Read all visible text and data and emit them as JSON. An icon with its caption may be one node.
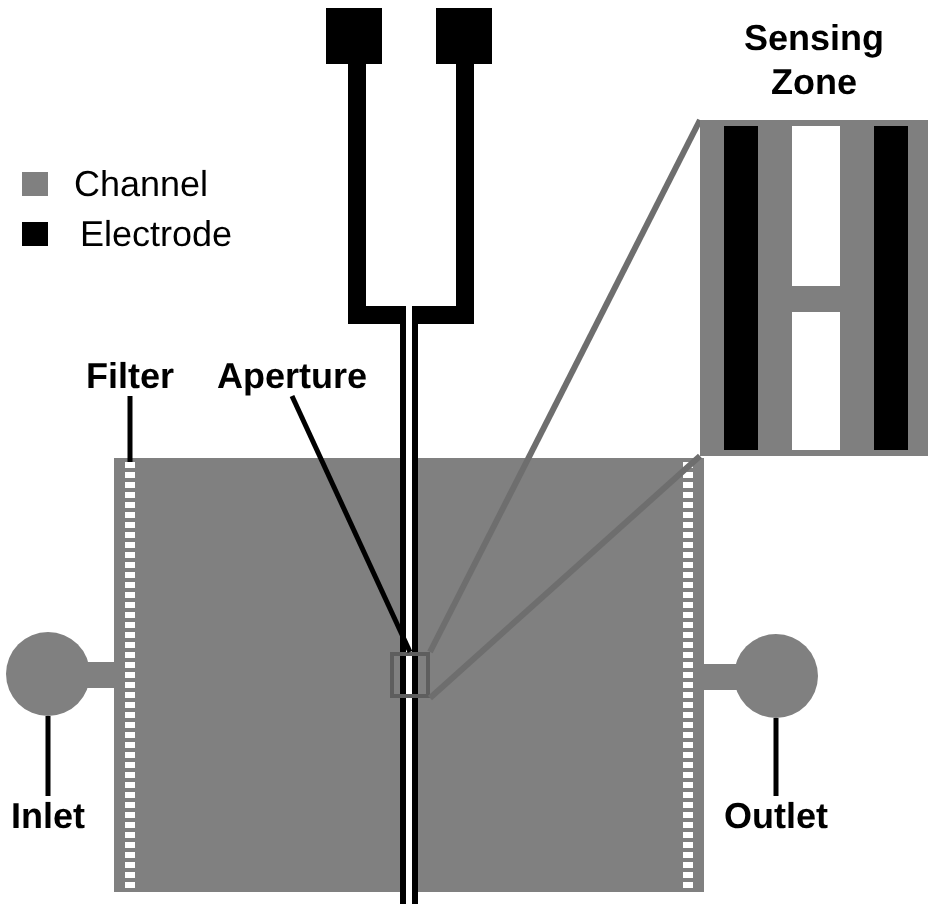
{
  "diagram": {
    "nodes": [
      {
        "text": [
          "Sensing Zone"
        ]
      },
      {
        "text": [
          "Filter"
        ]
      },
      {
        "text": [
          "Aperture"
        ]
      },
      {
        "text": [],
        "shape": "bar"
      },
      {
        "text": [],
        "shape": "box"
      },
      {
        "text": [],
        "shape": "circle"
      },
      {
        "text": [],
        "shape": "circle"
      },
      {
        "text": [
          "Inlet"
        ]
      },
      {
        "text": [
          "Outlet"
        ]
      }
    ],
    "edges": [
      {
        "from": 1,
        "to": 3,
        "arrow": "none"
      },
      {
        "from": 2,
        "to": 4,
        "arrow": "none"
      },
      {
        "from": 4,
        "to": 0,
        "arrow": "none",
        "color": "#6e6e6e"
      },
      {
        "from": 4,
        "to": 0,
        "arrow": "none",
        "color": "#6e6e6e"
      },
      {
        "from": 7,
        "to": 5,
        "arrow": "none"
      },
      {
        "from": 8,
        "to": 6,
        "arrow": "none"
      }
    ],
    "legend": [
      {
        "text": "Channel",
        "color": "#808080"
      },
      {
        "text": "Electrode",
        "color": "#000000"
      }
    ]
  }
}
